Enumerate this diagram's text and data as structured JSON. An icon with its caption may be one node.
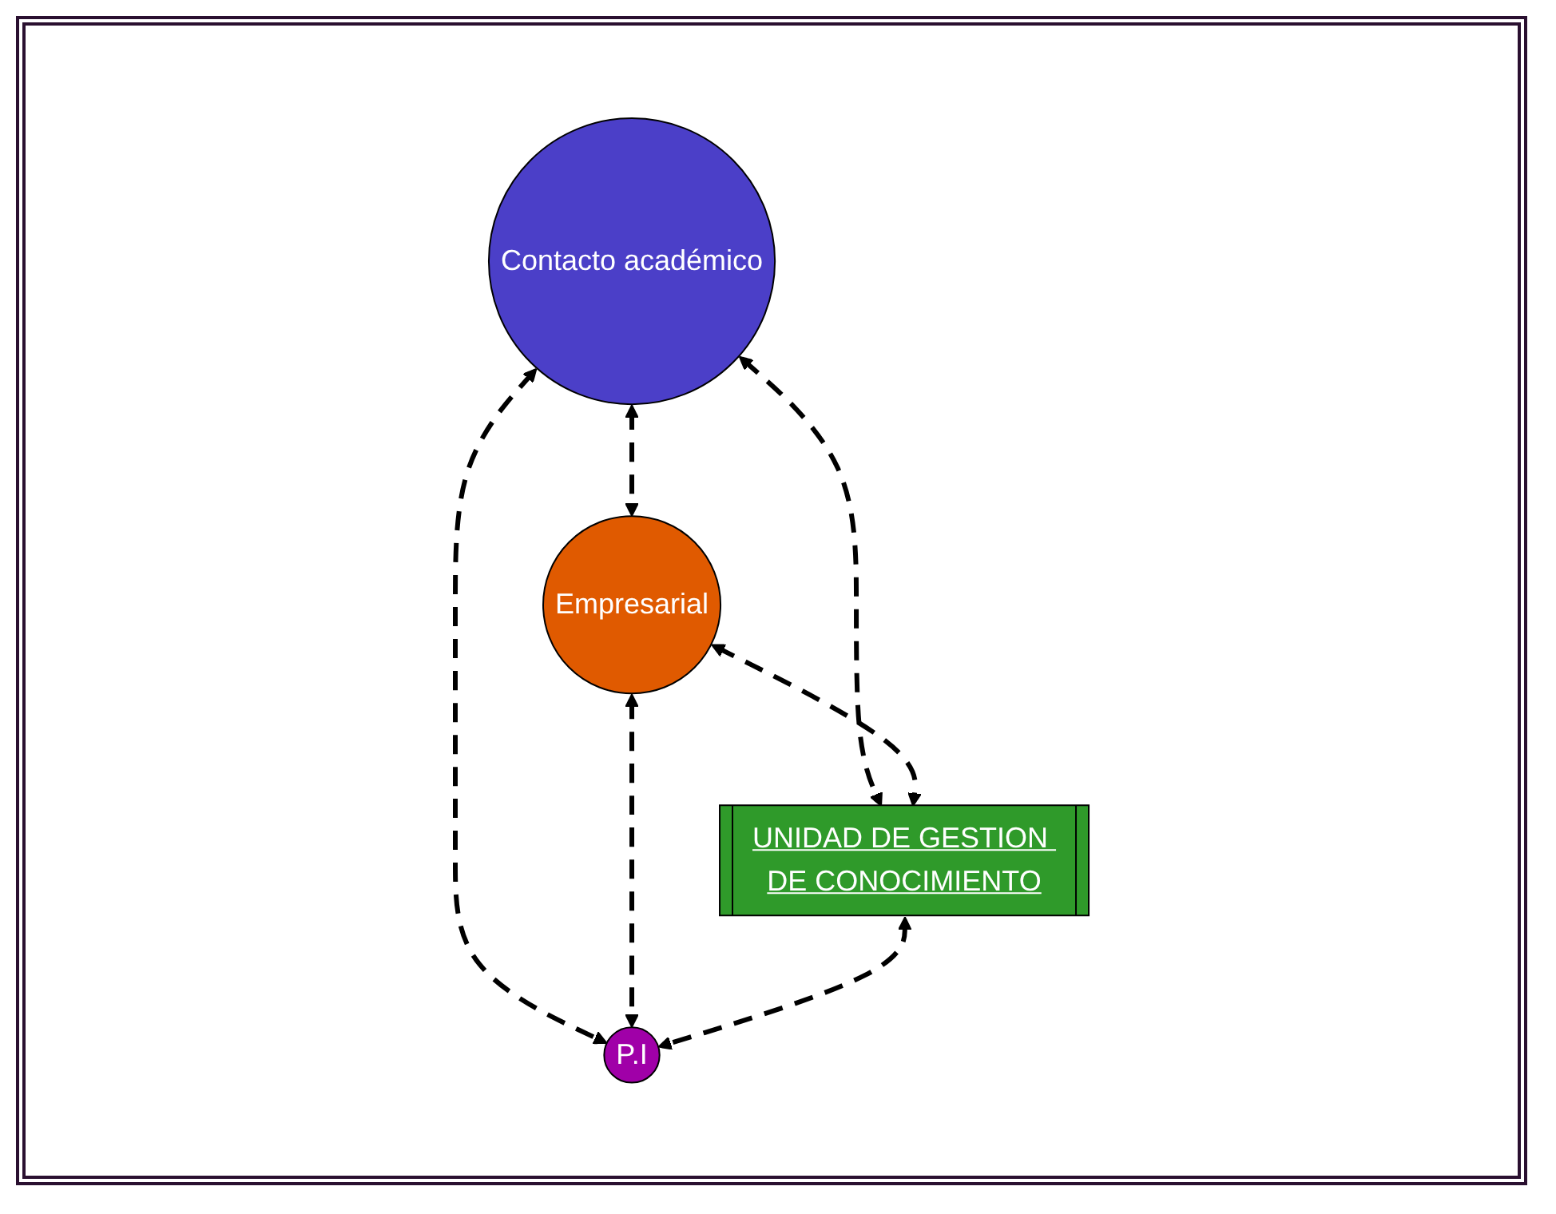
{
  "diagram": {
    "nodes": [
      {
        "text": [
          "Contacto académico"
        ]
      },
      {
        "text": [
          "Empresarial"
        ]
      },
      {
        "text": [
          "UNIDAD DE GESTION DE CONOCIMIENTO"
        ]
      },
      {
        "text": [
          "P.I"
        ]
      }
    ],
    "edges": [
      {
        "from": 0,
        "to": 1,
        "arrow": "both",
        "style": "dashed"
      },
      {
        "from": 0,
        "to": 2,
        "arrow": "both",
        "style": "dashed"
      },
      {
        "from": 1,
        "to": 2,
        "arrow": "both",
        "style": "dashed"
      },
      {
        "from": 0,
        "to": 3,
        "arrow": "both",
        "style": "dashed"
      },
      {
        "from": 1,
        "to": 3,
        "arrow": "both",
        "style": "dashed"
      },
      {
        "from": 2,
        "to": 3,
        "arrow": "both",
        "style": "dashed"
      }
    ]
  }
}
